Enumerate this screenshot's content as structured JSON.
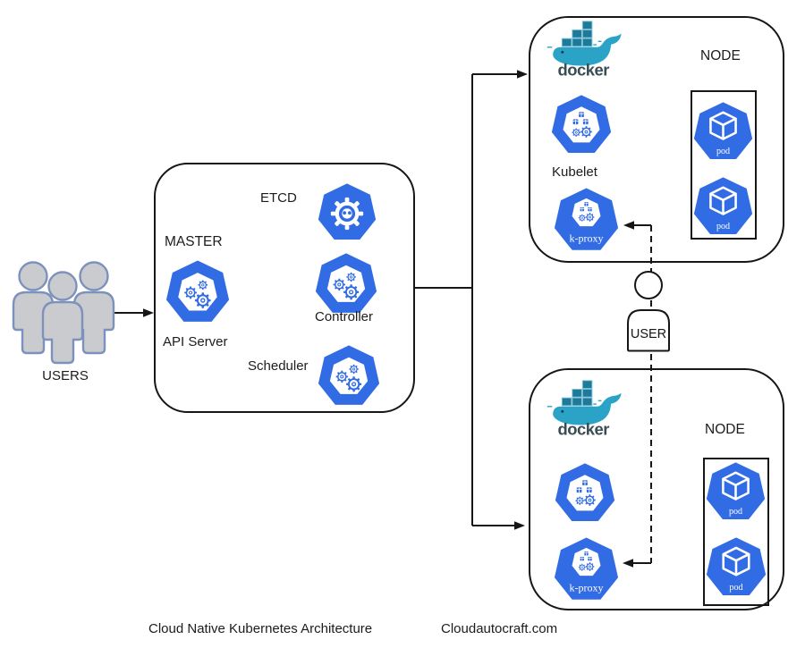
{
  "colors": {
    "kubernetes_blue": "#326CE5",
    "docker_whale_teal": "#2BA3C7",
    "docker_container_teal": "#1F7A99",
    "docker_text_gray": "#3A4D54",
    "users_fill_gray": "#CACBCE",
    "users_stroke_blue": "#7D91BD",
    "line_black": "#161616"
  },
  "users": {
    "label": "USERS"
  },
  "user": {
    "label": "USER"
  },
  "master": {
    "label": "MASTER",
    "etcd_label": "ETCD",
    "api_server_label": "API Server",
    "controller_label": "Controller",
    "scheduler_label": "Scheduler"
  },
  "node_top": {
    "label": "NODE",
    "docker_label": "docker",
    "kubelet_label": "Kubelet",
    "kproxy_label": "k-proxy",
    "pods": [
      "pod",
      "pod"
    ]
  },
  "node_bottom": {
    "label": "NODE",
    "docker_label": "docker",
    "kproxy_label": "k-proxy",
    "pods": [
      "pod",
      "pod"
    ]
  },
  "footer": {
    "title": "Cloud Native Kubernetes Architecture",
    "brand": "Cloudautocraft.com"
  }
}
